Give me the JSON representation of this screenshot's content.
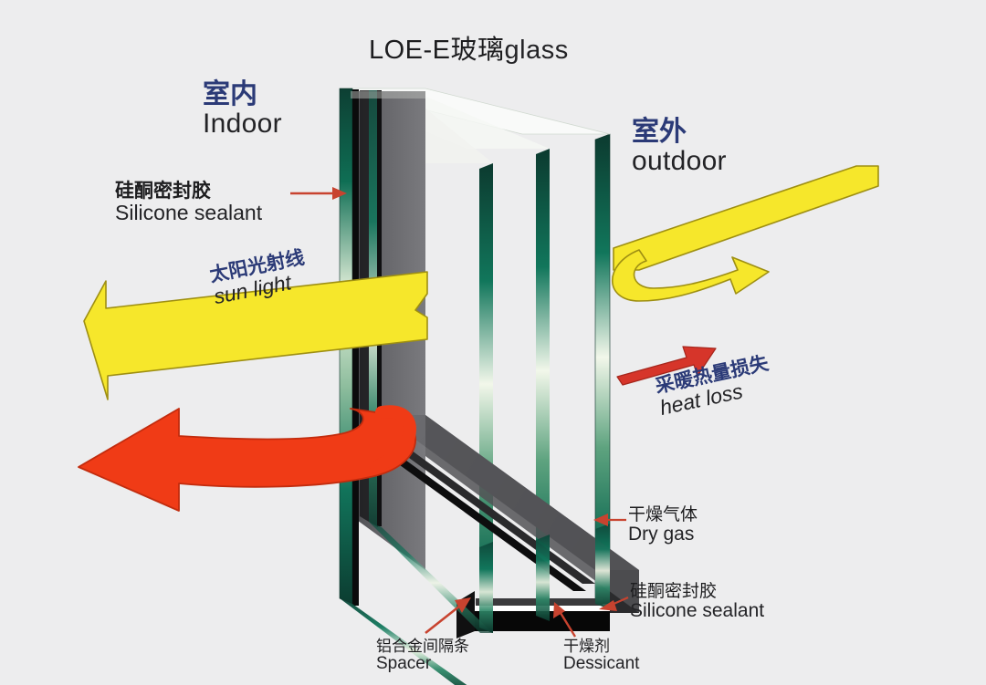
{
  "diagram": {
    "title_cn": "LOE-E玻璃",
    "title_en": "glass",
    "background_color": "#ededee"
  },
  "labels": {
    "indoor": {
      "cn": "室内",
      "en": "Indoor"
    },
    "outdoor": {
      "cn": "室外",
      "en": "outdoor"
    },
    "sealant_top": {
      "cn": "硅酮密封胶",
      "en": "Silicone sealant"
    },
    "sealant_bottom": {
      "cn": "硅酮密封胶",
      "en": "Silicone sealant"
    },
    "sun_light": {
      "cn": "太阳光射线",
      "en": "sun light"
    },
    "heat_loss": {
      "cn": "采暖热量损失",
      "en": "heat loss"
    },
    "dry_gas": {
      "cn": "干燥气体",
      "en": "Dry gas"
    },
    "spacer": {
      "cn": "铝合金间隔条",
      "en": "Spacer"
    },
    "dessicant": {
      "cn": "干燥剂",
      "en": "Dessicant"
    }
  },
  "colors": {
    "label_cn_blue": "#2b3a77",
    "label_dark": "#1d1d1f",
    "glass_green": "#0d6b52",
    "glass_dark_face": "#5d5d61",
    "sun_arrow_yellow": "#f6e72b",
    "heat_arrow_red": "#f03b16",
    "pointer_red": "#d6352a",
    "sealant_black": "#070707",
    "dessicant_white": "#ffffff"
  },
  "elements": {
    "glass_panes": 3,
    "arrows": [
      {
        "name": "sun-light-incoming",
        "color": "#f6e72b",
        "direction": "right-to-left"
      },
      {
        "name": "sun-light-reflected",
        "color": "#f6e72b",
        "direction": "curved-outdoor"
      },
      {
        "name": "heat-reflected-indoor",
        "color": "#f03b16",
        "direction": "curved-left"
      },
      {
        "name": "heat-loss-outdoor",
        "color": "#d6352a",
        "direction": "up-right"
      }
    ]
  }
}
